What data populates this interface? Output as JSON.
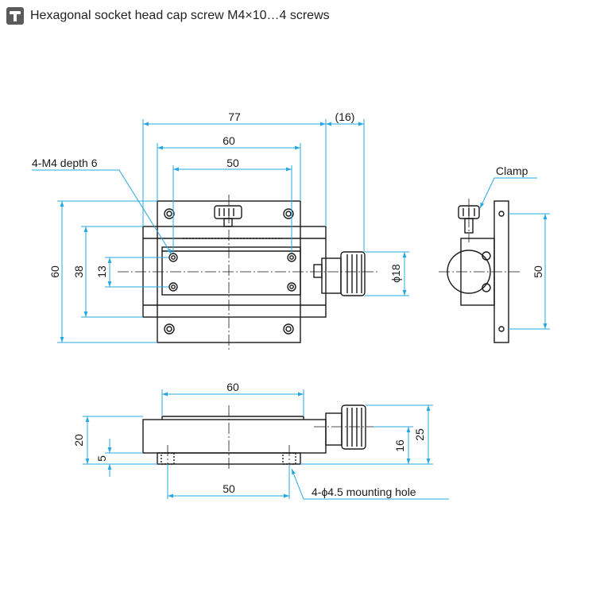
{
  "header": {
    "icon": "screw-icon",
    "title": "Hexagonal socket head cap screw M4×10…4 screws"
  },
  "top_view": {
    "dim_overall_width": "77",
    "dim_knob_ref": "(16)",
    "dim_tapped_pitch_x": "60",
    "dim_inner_width": "50",
    "dim_height_total": "60",
    "dim_body_height": "38",
    "dim_tapped_pitch_y": "13",
    "dim_knob_diameter": "ϕ18",
    "note_tapped_holes": "4-M4 depth 6"
  },
  "side_view": {
    "note_clamp": "Clamp",
    "dim_mount_height": "50"
  },
  "front_view": {
    "dim_top_width": "60",
    "dim_bottom_pitch": "50",
    "dim_total_height": "20",
    "dim_base_height": "5",
    "dim_knob_center": "16",
    "dim_knob_height": "25",
    "note_mounting_hole": "4-ϕ4.5 mounting hole"
  },
  "colors": {
    "dimension_line": "#29a8df",
    "outline": "#1a1a1a"
  }
}
